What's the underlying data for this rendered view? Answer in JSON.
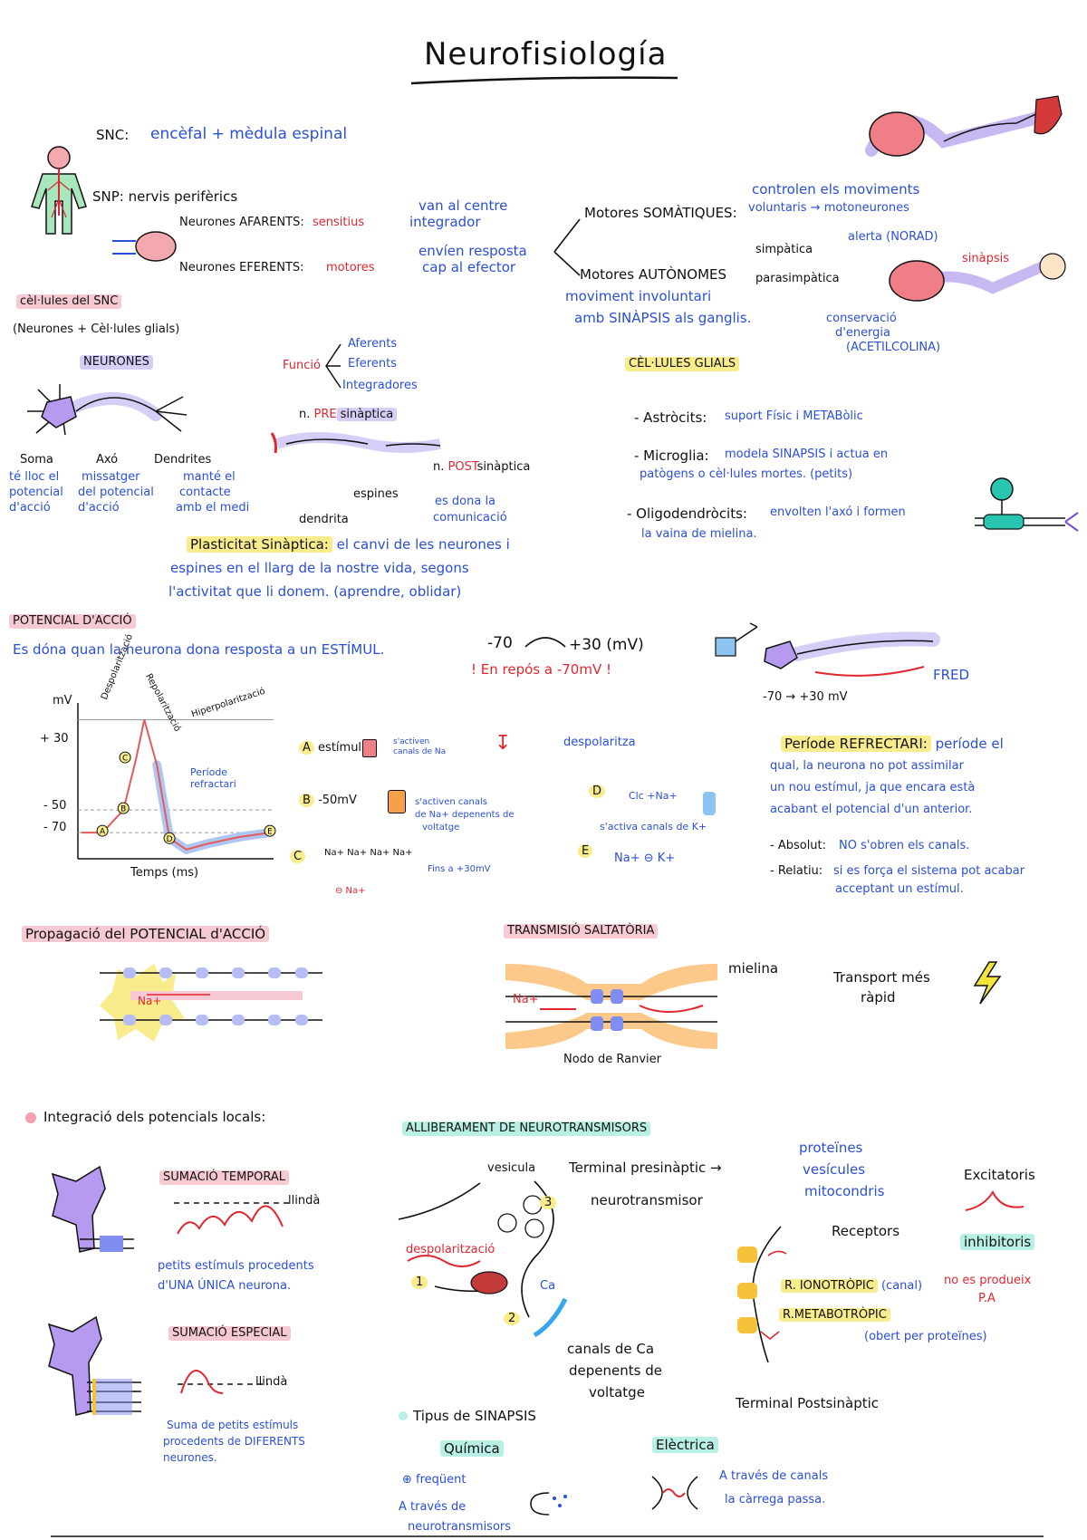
{
  "title": "Neurofisiología",
  "cns": {
    "snc": "SNC:",
    "snc_def": "encèfal + mèdula espinal",
    "snp": "SNP: nervis perifèrics",
    "afferent": "Neurones AFARENTS:",
    "afferent_kind": "sensitius",
    "afferent_note_1": "van al centre",
    "afferent_note_2": "integrador",
    "efferent": "Neurones EFERENTS:",
    "efferent_kind": "motores",
    "efferent_note_1": "envíen resposta",
    "efferent_note_2": "cap al efector",
    "somatic": "Motores SOMÀTIQUES:",
    "somatic_note_1": "controlen els moviments",
    "somatic_note_2": "voluntaris → motoneurones",
    "autonomic": "Motores AUTÒNOMES",
    "autonomic_note_1": "moviment involuntari",
    "autonomic_note_2": "amb SINÀPSIS als ganglis.",
    "sympathetic": "simpàtica",
    "alert": "alerta (NORAD)",
    "parasympathetic": "parasimpàtica",
    "conservation_1": "conservació",
    "conservation_2": "d'energia",
    "conservation_3": "(ACETILCOLINA)",
    "synapse_label": "sinàpsis"
  },
  "cells": {
    "header": "cèl·lules del SNC",
    "def": "(Neurones + Cèl·lules glials)",
    "neurones": "NEURONES",
    "soma": "Soma",
    "axon": "Axó",
    "dendrites": "Dendrites",
    "soma_d1": "té lloc el",
    "soma_d2": "potencial",
    "soma_d3": "d'acció",
    "axon_d1": "missatger",
    "axon_d2": "del potencial",
    "axon_d3": "d'acció",
    "dend_d1": "manté el",
    "dend_d2": "contacte",
    "dend_d3": "amb el medi",
    "function": "Funció",
    "f1": "Aferents",
    "f2": "Eferents",
    "f3": "Integradores",
    "pre_prefix": "n.",
    "pre_hl": "PRE",
    "pre_rest": "sinàptica",
    "post_prefix": "n.",
    "post_hl": "POST",
    "post_rest": "sinàptica",
    "spines": "espines",
    "spines_note_1": "es dona la",
    "spines_note_2": "comunicació",
    "dendrite": "dendrita",
    "plasticity": "Plasticitat Sinàptica:",
    "plasticity_1": "el canvi de les neurones i",
    "plasticity_2": "espines en el llarg de la nostre vida, segons",
    "plasticity_3": "l'activitat que li donem. (aprendre, oblidar)"
  },
  "glia": {
    "header": "CÈL·LULES GLIALS",
    "astro": "- Astròcits:",
    "astro_d": "suport Físic i METABòlic",
    "micro": "- Microglia:",
    "micro_d1": "modela SINAPSIS i actua en",
    "micro_d2": "patògens o cèl·lules mortes. (petits)",
    "oligo": "- Oligodendròcits:",
    "oligo_d1": "envolten l'axó i formen",
    "oligo_d2": "la vaina de mielina."
  },
  "ap": {
    "header": "POTENCIAL D'ACCIÓ",
    "def": "Es dóna quan la neurona dona resposta a un ESTÍMUL.",
    "range_from": "-70",
    "range_to": "+30 (mV)",
    "rest": "! En repós a -70mV !",
    "cold": "FRED",
    "cold_range": "-70 → +30 mV",
    "y_unit": "mV",
    "y_30": "+ 30",
    "y_50": "- 50",
    "y_70": "- 70",
    "x_label": "Temps (ms)",
    "depol": "Despolarització",
    "repol": "Repolarització",
    "hyper": "Hiperpolarització",
    "refractory": "Període refractari",
    "step_a": "estímul",
    "step_a_note": "s'activen canals de Na",
    "step_b": "-50mV",
    "step_b_note_1": "s'activen canals",
    "step_b_note_2": "de Na+ depenents de",
    "step_b_note_3": "voltatge",
    "step_c_note": "Fins a +30mV",
    "step_c_ions": "Na+ Na+ Na+ Na+",
    "step_c_out": "⊖ Na+",
    "step_depol": "despolaritza",
    "step_d": "Clc +Na+",
    "step_d_note": "s'activa canals de K+",
    "step_e": "Na+ ⊖ K+",
    "refr_title": "Període REFRECTARI:",
    "refr_1": "període el",
    "refr_2": "qual, la neurona no pot assimilar",
    "refr_3": "un nou estímul, ja que encara està",
    "refr_4": "acabant el potencial d'un anterior.",
    "abs": "- Absolut:",
    "abs_d": "NO s'obren els canals.",
    "rel": "- Relatiu:",
    "rel_d1": "si es força el sistema pot acabar",
    "rel_d2": "acceptant un estímul."
  },
  "prop": {
    "header": "Propagació del POTENCIAL d'ACCIÓ",
    "na": "Na+"
  },
  "salt": {
    "header": "TRANSMISIÓ SALTATÒRIA",
    "myelin": "mielina",
    "na": "Na+",
    "node": "Nodo de Ranvier",
    "fast_1": "Transport més",
    "fast_2": "ràpid"
  },
  "integ": {
    "header": "Integració dels potencials locals:",
    "temporal": "SUMACIÓ TEMPORAL",
    "threshold": "llindà",
    "temporal_d1": "petits estímuls procedents",
    "temporal_d2": "d'UNA ÚNICA neurona.",
    "spatial": "SUMACIÓ ESPECIAL",
    "threshold2": "llindà",
    "spatial_d1": "Suma de petits estímuls",
    "spatial_d2": "procedents de DIFERENTS",
    "spatial_d3": "neurones."
  },
  "release": {
    "header": "ALLIBERAMENT DE NEUROTRANSMISORS",
    "vesicle": "vesicula",
    "presyn": "Terminal presinàptic →",
    "proteins": "proteïnes",
    "vesicles": "vesícules",
    "mito": "mitocondris",
    "nt": "neurotransmisor",
    "depol": "despolarització",
    "ca": "Ca",
    "ca_ch_1": "canals de Ca",
    "ca_ch_2": "depenents de",
    "ca_ch_3": "voltatge",
    "receptors": "Receptors",
    "excit": "Excitatoris",
    "inhib": "inhibitoris",
    "no_pa_1": "no es produeix",
    "no_pa_2": "P.A",
    "iono": "R. IONOTRÒPIC",
    "iono_note": "(canal)",
    "metabo": "R.METABOTRÒPIC",
    "metabo_note": "(obert per proteïnes)",
    "postsyn": "Terminal Postsinàptic",
    "n1": "1",
    "n2": "2",
    "n3": "3"
  },
  "syn": {
    "header": "Tipus de SINAPSIS",
    "chem": "Química",
    "chem_1": "⊕ freqüent",
    "chem_2": "A través de",
    "chem_3": "neurotransmisors",
    "elec": "Elèctrica",
    "elec_1": "A través de canals",
    "elec_2": "la càrrega passa."
  },
  "chart_data": {
    "type": "line",
    "xlabel": "Temps (ms)",
    "ylabel": "mV",
    "ytick_labels": [
      "+ 30",
      "- 50",
      "- 70"
    ],
    "yticks": [
      30,
      -50,
      -70
    ],
    "series": [
      {
        "x": [
          0,
          1,
          2,
          2.6,
          3,
          3.6,
          4.2,
          5,
          6,
          7.5,
          9
        ],
        "values": [
          -70,
          -70,
          -50,
          -5,
          30,
          -10,
          -75,
          -85,
          -80,
          -74,
          -70
        ]
      }
    ],
    "markers": [
      "A",
      "B",
      "C",
      "D",
      "E"
    ]
  }
}
